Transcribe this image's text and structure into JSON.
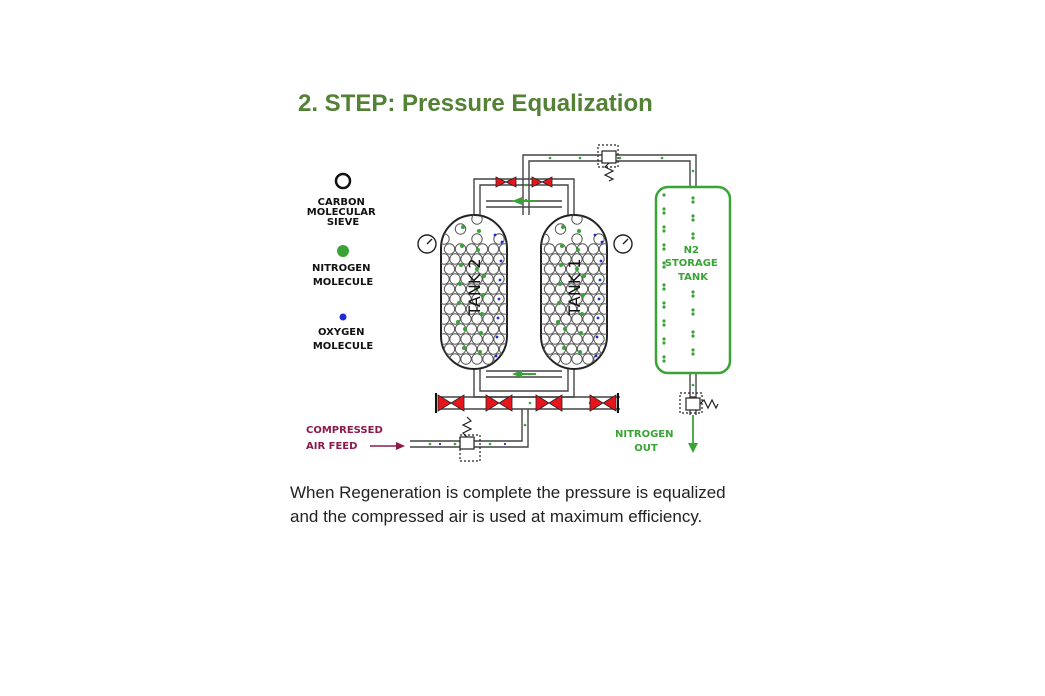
{
  "title": "2. STEP: Pressure Equalization",
  "legend": {
    "carbon": [
      "CARBON",
      "MOLECULAR",
      "SIEVE"
    ],
    "nitrogen": [
      "NITROGEN",
      "MOLECULE"
    ],
    "oxygen": [
      "OXYGEN",
      "MOLECULE"
    ]
  },
  "tanks": {
    "tank2": "TANK 2",
    "tank1": "TANK 1",
    "storage": [
      "N2",
      "STORAGE",
      "TANK"
    ]
  },
  "feed": [
    "COMPRESSED",
    "AIR FEED"
  ],
  "output": [
    "NITROGEN",
    "OUT"
  ],
  "caption": [
    "When Regeneration is complete the pressure is equalized",
    "and the compressed air is used at maximum efficiency."
  ],
  "colors": {
    "title": "#538135",
    "nitrogen": "#3aa335",
    "oxygen": "#1f2bd6",
    "valve": "#e8141b",
    "feed_label": "#8b1a4b"
  }
}
